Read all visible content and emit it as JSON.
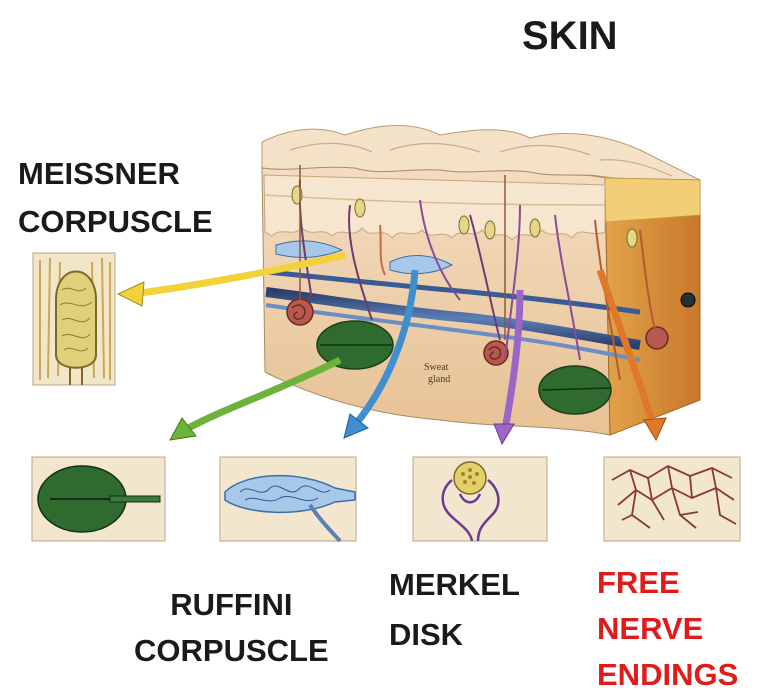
{
  "title": "SKIN",
  "labels": {
    "meissner": [
      "MEISSNER",
      "CORPUSCLE"
    ],
    "ruffini": [
      "RUFFINI",
      "CORPUSCLE"
    ],
    "merkel": [
      "MERKEL",
      "DISK"
    ],
    "free_nerve": [
      "FREE",
      "NERVE",
      "ENDINGS"
    ],
    "sweat_gland": [
      "Sweat",
      "gland"
    ]
  },
  "colors": {
    "meissner_arrow": "#f2d23a",
    "ruffini_arrow": "#6bb33a",
    "ruffini_blue_arrow": "#3f8fd0",
    "merkel_arrow": "#9a67c8",
    "free_nerve_arrow": "#e0782a",
    "free_nerve_label": "#e01b1b",
    "skin_surface": "#f3dcc0",
    "dermis": "#e9c79e"
  }
}
